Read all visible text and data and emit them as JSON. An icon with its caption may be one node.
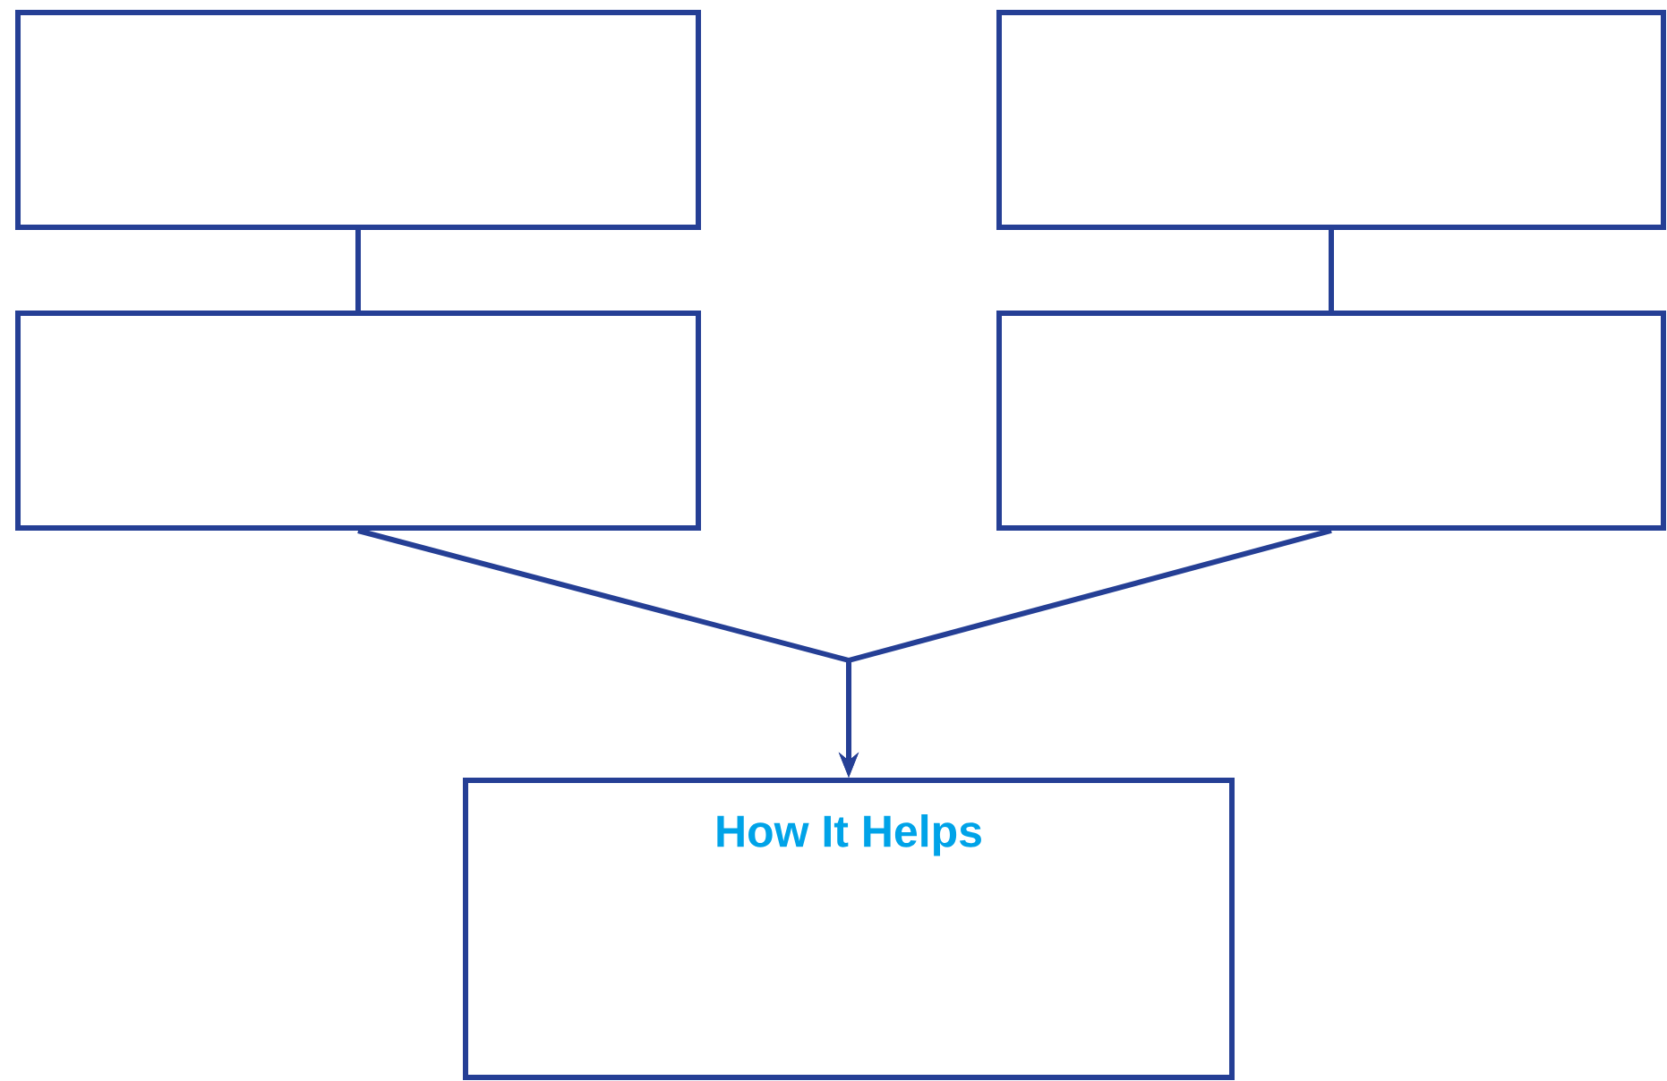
{
  "diagram": {
    "nodes": [
      {
        "text": [],
        "shape": "box"
      },
      {
        "text": [],
        "shape": "box"
      },
      {
        "text": [],
        "shape": "box"
      },
      {
        "text": [],
        "shape": "box"
      },
      {
        "text": [
          "How It Helps"
        ]
      }
    ],
    "edges": [
      {
        "from": 0,
        "to": 2,
        "arrow": "none"
      },
      {
        "from": 1,
        "to": 3,
        "arrow": "none"
      },
      {
        "from": 2,
        "to": 4,
        "arrow": "to"
      },
      {
        "from": 3,
        "to": 4,
        "arrow": "to"
      }
    ]
  }
}
